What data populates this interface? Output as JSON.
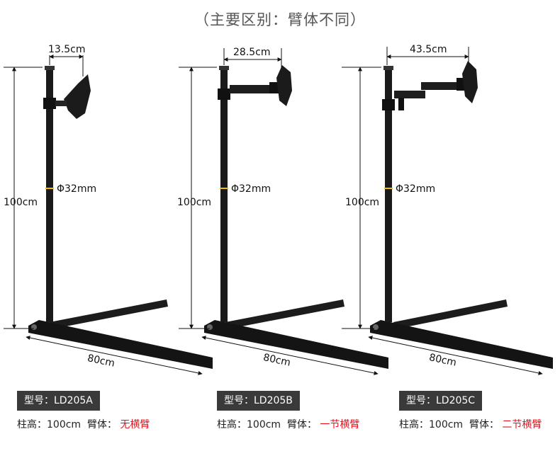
{
  "title": "（主要区别：臂体不同）",
  "pole_diameter": "Φ32mm",
  "pole_height": "100cm",
  "base_length": "80cm",
  "accent_color": "#e0141e",
  "products": [
    {
      "arm_width": "13.5cm",
      "model_label": "型号：LD205A",
      "height_text": "柱高：100cm",
      "arm_label": "臂体：",
      "arm_type": "无横臂"
    },
    {
      "arm_width": "28.5cm",
      "model_label": "型号：LD205B",
      "height_text": "柱高：100cm",
      "arm_label": "臂体：",
      "arm_type": "一节横臂"
    },
    {
      "arm_width": "43.5cm",
      "model_label": "型号：LD205C",
      "height_text": "柱高：100cm",
      "arm_label": "臂体：",
      "arm_type": "二节横臂"
    }
  ]
}
